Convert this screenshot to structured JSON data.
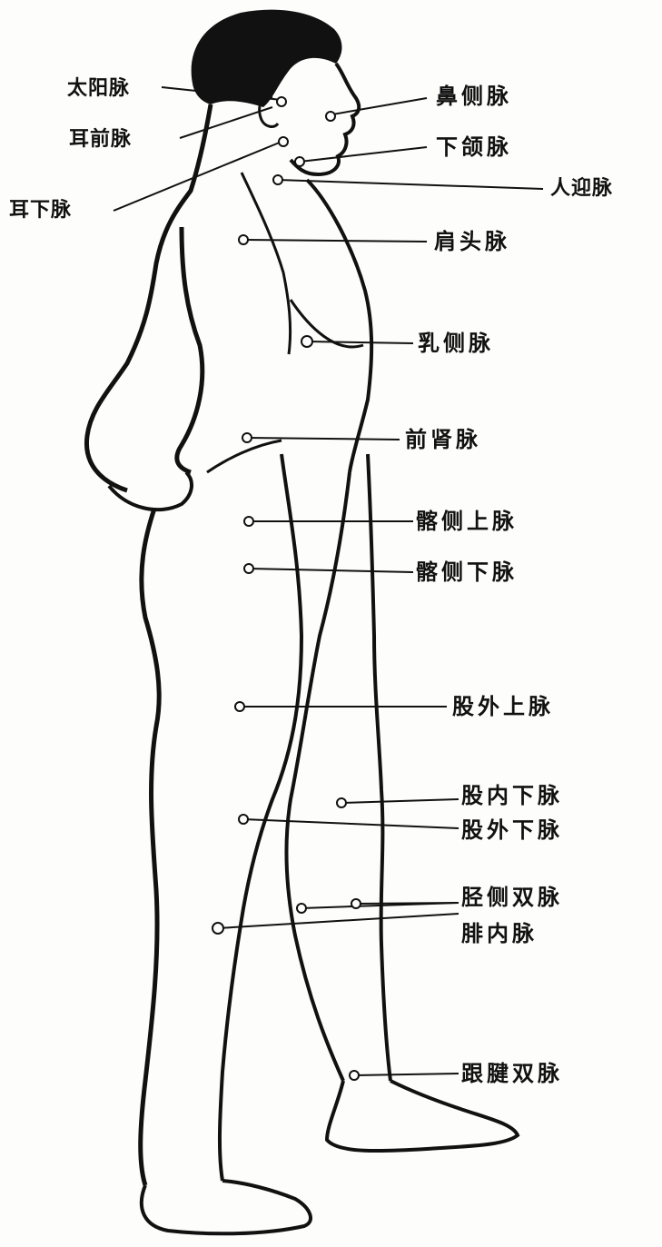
{
  "labels": {
    "taiyang": "太阳脉",
    "erqian": "耳前脉",
    "erxia": "耳下脉",
    "bice": "鼻侧脉",
    "xiahan": "下颌脉",
    "renying": "人迎脉",
    "jiantou": "肩头脉",
    "ruce": "乳侧脉",
    "qianshen": "前肾脉",
    "luoceshang": "髂侧上脉",
    "luocexia": "髂侧下脉",
    "guwaishang": "股外上脉",
    "guneixia": "股内下脉",
    "guwaixia": "股外下脉",
    "jingceshuang": "胫侧双脉",
    "feinei": "腓内脉",
    "genjianshuang": "跟腱双脉"
  },
  "colors": {
    "ink": "#111111",
    "paper": "#fdfdfb"
  }
}
